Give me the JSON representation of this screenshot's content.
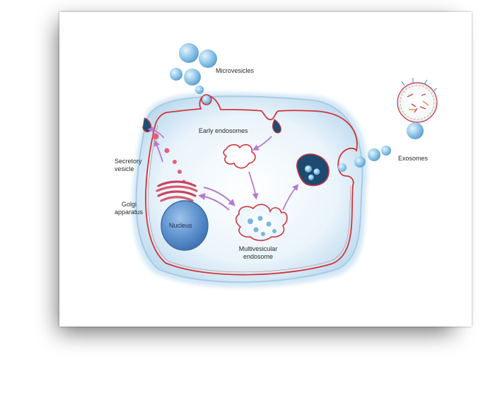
{
  "labels": {
    "microvesicles": "Microvesicles",
    "early_endosomes": "Early endosomes",
    "secretory_vesicle_1": "Secretory",
    "secretory_vesicle_2": "vesicle",
    "golgi_apparatus_1": "Golgi",
    "golgi_apparatus_2": "apparatus",
    "nucleus": "Nucleus",
    "multivesicular_endosome_1": "Multivesicular",
    "multivesicular_endosome_2": "endosome",
    "exosomes": "Exosomes"
  },
  "colors": {
    "membrane": "#d2343b",
    "cytoplasm": "#dfeef9",
    "cell_edge": "#9cc4df",
    "vesicle": "#8fc6e8",
    "nucleus": "#4f86c6",
    "golgi": "#c8455c",
    "arrow": "#b37ad0"
  }
}
